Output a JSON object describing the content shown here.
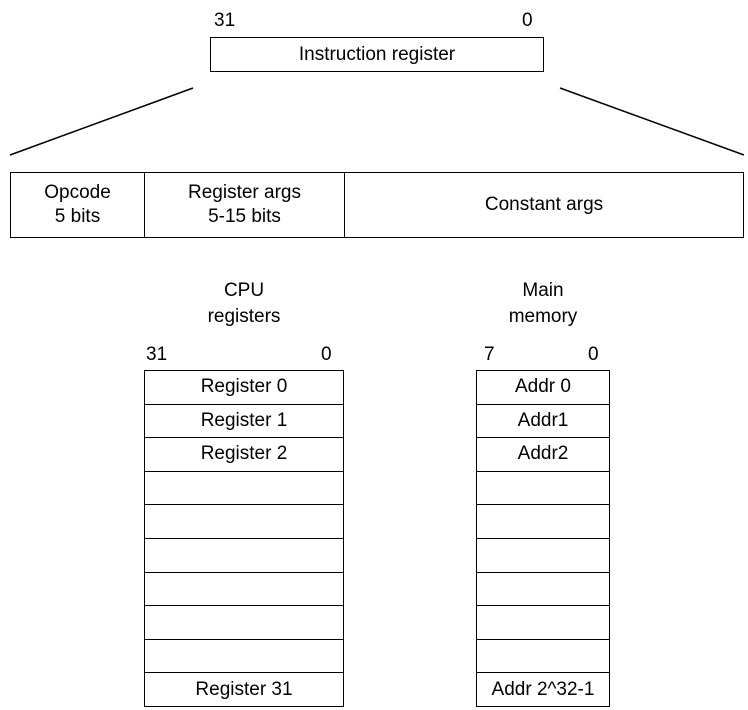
{
  "instruction_register": {
    "label": "Instruction register",
    "high_bit": "31",
    "low_bit": "0"
  },
  "instruction_format": {
    "opcode_line1": "Opcode",
    "opcode_line2": "5 bits",
    "register_args_line1": "Register args",
    "register_args_line2": "5-15 bits",
    "constant_args": "Constant args"
  },
  "cpu_registers": {
    "title_line1": "CPU",
    "title_line2": "registers",
    "high_bit": "31",
    "low_bit": "0",
    "rows": [
      "Register 0",
      "Register 1",
      "Register 2",
      "",
      "",
      "",
      "",
      "",
      "",
      "Register 31"
    ]
  },
  "main_memory": {
    "title_line1": "Main",
    "title_line2": "memory",
    "high_bit": "7",
    "low_bit": "0",
    "rows": [
      "Addr 0",
      "Addr1",
      "Addr2",
      "",
      "",
      "",
      "",
      "",
      "",
      "Addr 2^32-1"
    ]
  }
}
